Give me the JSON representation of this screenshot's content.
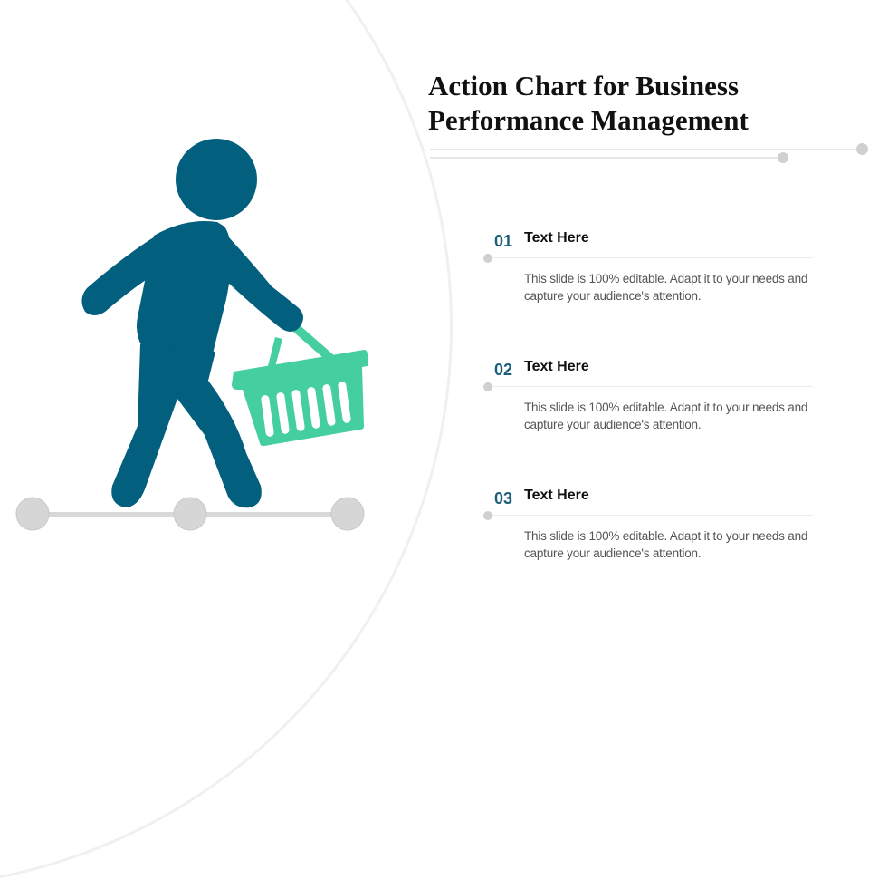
{
  "slide": {
    "title": "Action Chart for Business Performance Management",
    "colors": {
      "figure": "#035f7e",
      "basket": "#45cfa0",
      "number": "#1d5f7a",
      "dots": "#d0d0d0",
      "lines": "#e6e6e6"
    },
    "illustration": {
      "icon": "person-carrying-shopping-basket-icon",
      "timeline_dots": 3
    },
    "items": [
      {
        "number": "01",
        "heading": "Text Here",
        "description": "This slide is 100% editable. Adapt it to your needs and capture your audience's attention."
      },
      {
        "number": "02",
        "heading": "Text Here",
        "description": "This slide is 100% editable. Adapt it to your needs and capture your audience's attention."
      },
      {
        "number": "03",
        "heading": "Text Here",
        "description": "This slide is 100% editable. Adapt it to your needs and capture your audience's attention."
      }
    ]
  }
}
